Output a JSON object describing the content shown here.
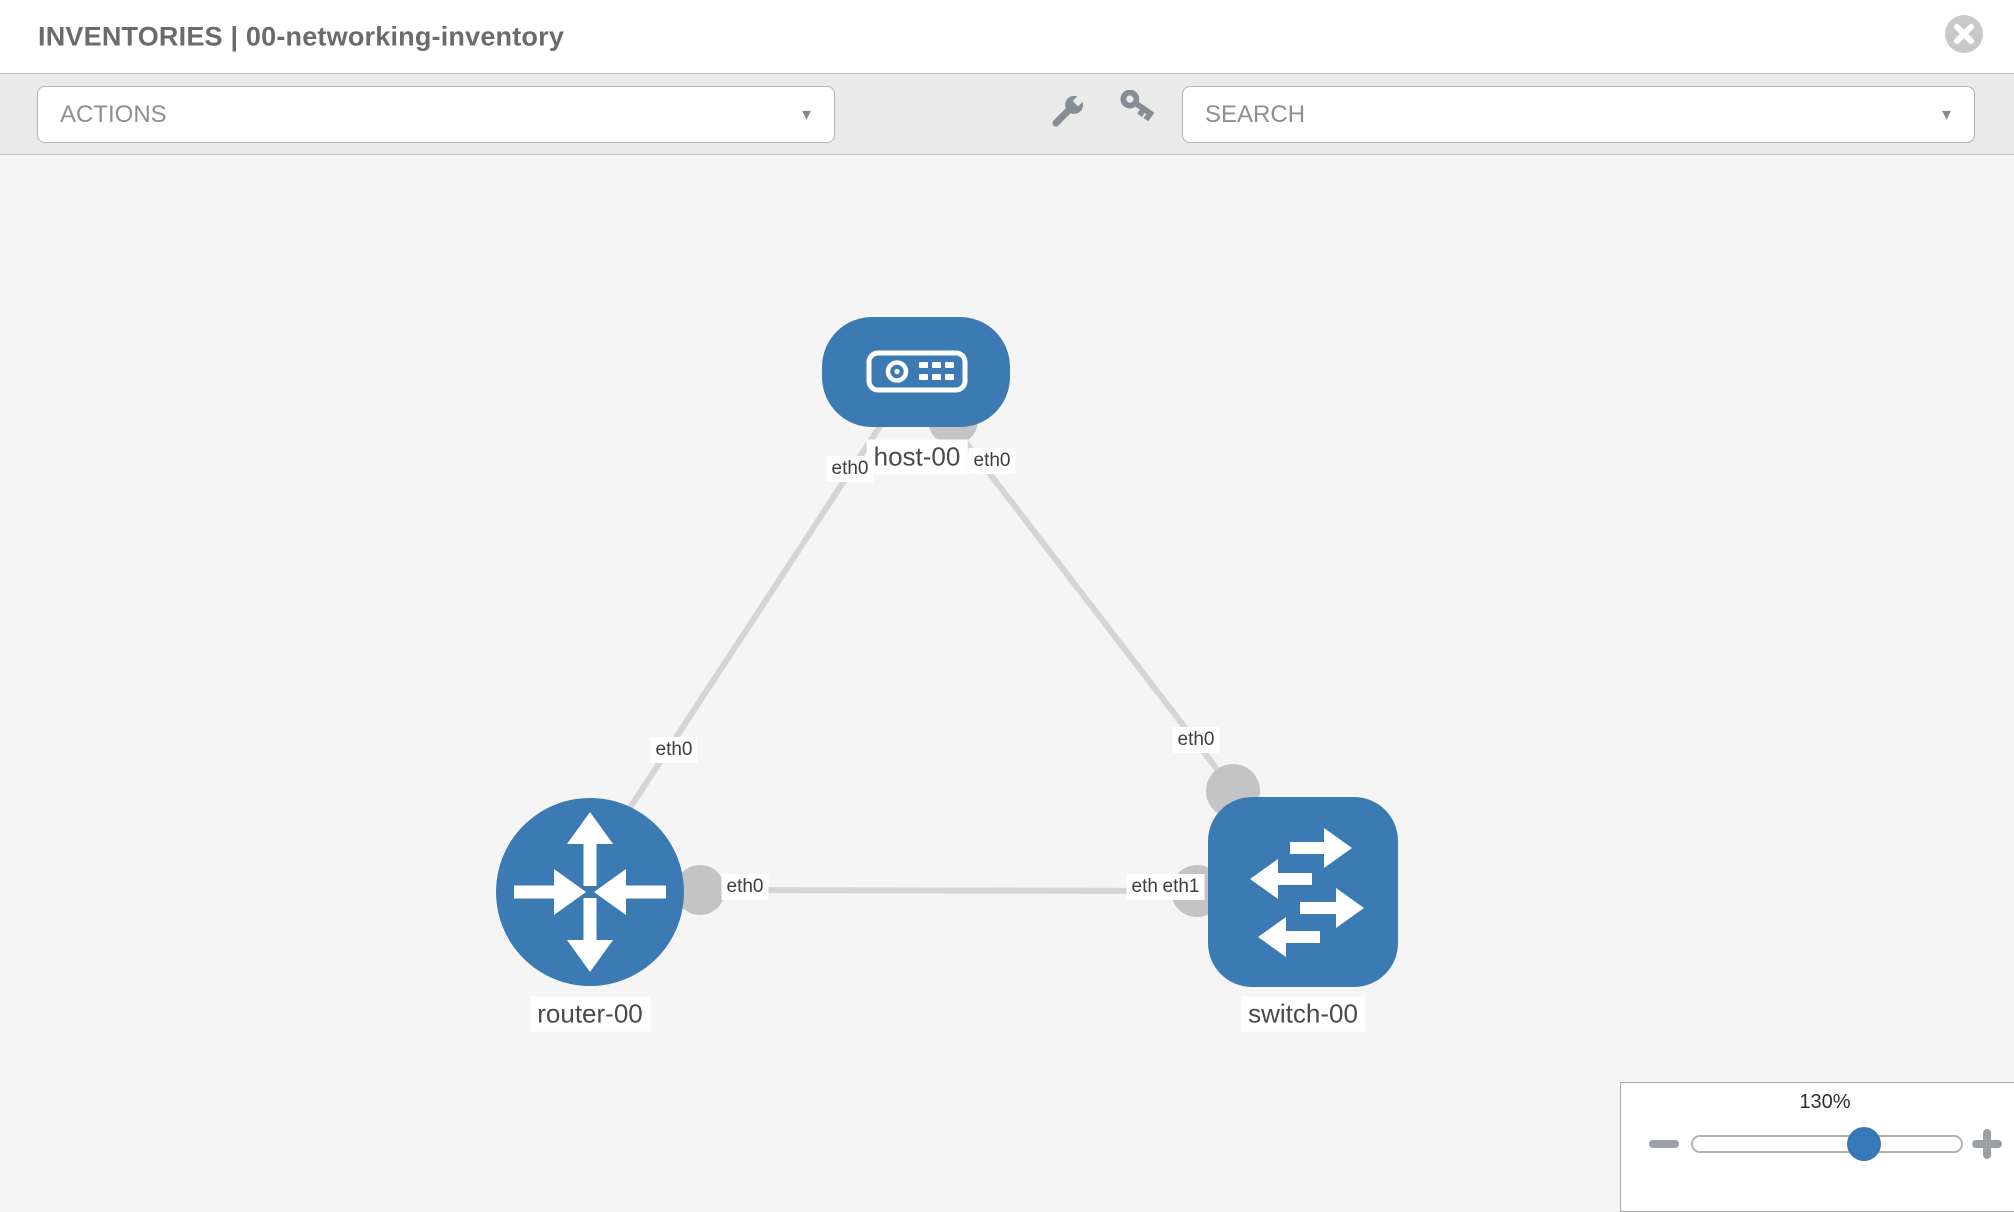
{
  "header": {
    "title": "INVENTORIES | 00-networking-inventory",
    "close_icon": "circle-x"
  },
  "toolbar": {
    "actions_label": "ACTIONS",
    "search_placeholder": "SEARCH",
    "icons": [
      "wrench",
      "key"
    ]
  },
  "topology": {
    "nodes": [
      {
        "id": "host-00",
        "type": "host",
        "label": "host-00"
      },
      {
        "id": "router-00",
        "type": "router",
        "label": "router-00"
      },
      {
        "id": "switch-00",
        "type": "switch",
        "label": "switch-00"
      }
    ],
    "links": [
      {
        "source": "host-00",
        "source_interface": "eth0",
        "target": "router-00",
        "target_interface": "eth0"
      },
      {
        "source": "host-00",
        "source_interface": "eth0",
        "target": "switch-00",
        "target_interface": "eth0"
      },
      {
        "source": "router-00",
        "source_interface": "eth0",
        "target": "switch-00",
        "target_interface": "eth1"
      }
    ],
    "interface_labels": [
      {
        "text": "eth0"
      },
      {
        "text": "eth0"
      },
      {
        "text": "eth0"
      },
      {
        "text": "eth0"
      },
      {
        "text": "eth0"
      },
      {
        "text": "eth0"
      },
      {
        "text": "eth1"
      }
    ]
  },
  "zoom_control": {
    "level": "130%"
  },
  "colors": {
    "node_blue": "#3c7ab4",
    "link_gray": "#d5d5d5",
    "connector_gray": "#c4c4c4",
    "knob_blue": "#3878b7",
    "canvas_bg": "#f5f5f5"
  }
}
